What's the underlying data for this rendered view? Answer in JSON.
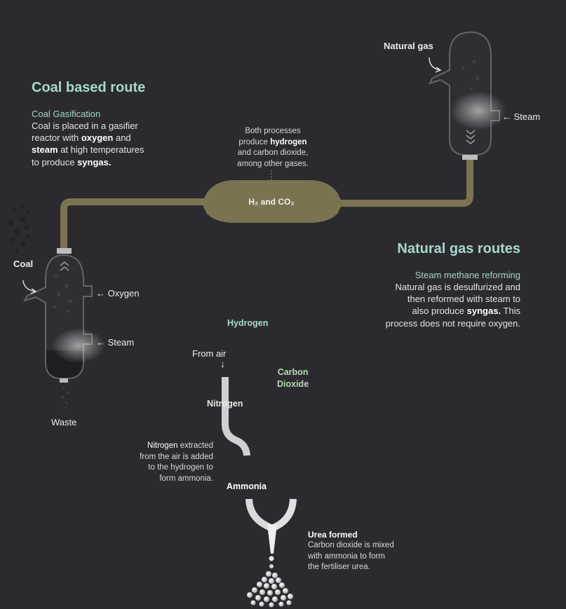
{
  "coal": {
    "heading": "Coal based route",
    "subheading": "Coal Gasification",
    "d1": "Coal is placed in a gasifier",
    "d2": "reactor with",
    "d2b": "oxygen",
    "d2c": "and",
    "d3": "steam",
    "d3b": "at high temperatures",
    "d4": "to produce",
    "d4b": "syngas.",
    "label_coal": "Coal",
    "label_oxygen": "Oxygen",
    "label_steam": "Steam",
    "label_waste": "Waste"
  },
  "middle": {
    "l1": "Both processes",
    "l2a": "produce",
    "l2b": "hydrogen",
    "l3": "and carbon dioxide,",
    "l4": "among other gases.",
    "chamber": "H₂ and CO₂"
  },
  "gas": {
    "label_natural_gas": "Natural gas",
    "label_steam": "Steam",
    "heading": "Natural gas routes",
    "subheading": "Steam methane reforming",
    "d1": "Natural gas is desulfurized and",
    "d2": "then reformed with steam to",
    "d3a": "also produce",
    "d3b": "syngas.",
    "d3c": "This",
    "d4": "process does not require oxygen."
  },
  "streams": {
    "hydrogen": "Hydrogen",
    "carbon1": "Carbon",
    "carbon2": "Dioxide",
    "from_air": "From air",
    "nitrogen": "Nitrogen",
    "ammonia": "Ammonia"
  },
  "nitrogen_note": {
    "l1a": "Nitrogen",
    "l1b": "extracted",
    "l2": "from the air is added",
    "l3": "to the hydrogen to",
    "l4": "form ammonia."
  },
  "urea": {
    "title": "Urea formed",
    "l1": "Carbon dioxide is mixed",
    "l2": "with ammonia to form",
    "l3": "the fertiliser urea."
  },
  "colors": {
    "background": "#2b2b2f",
    "pipe": "#7c7451",
    "hydrogen": "#9fd6cb",
    "carbon_dioxide": "#b3d9ad",
    "nitrogen": "#cfcfcf",
    "heading": "#a6d8d2"
  }
}
